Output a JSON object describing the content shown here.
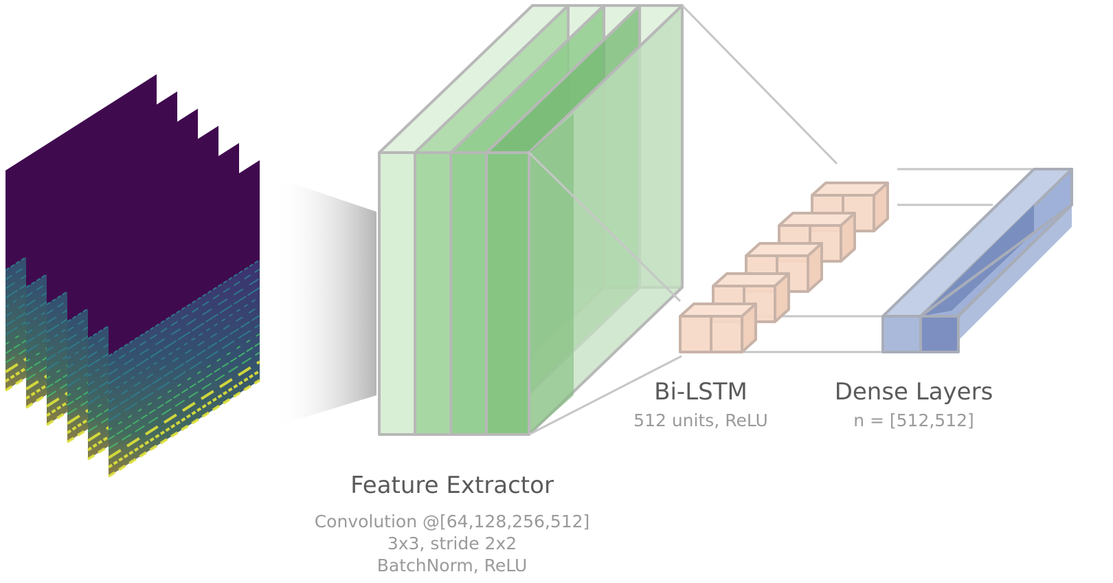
{
  "labels": {
    "feature_extractor": {
      "title": "Feature Extractor",
      "line1": "Convolution @[64,128,256,512]",
      "line2": "3x3, stride 2x2",
      "line3": "BatchNorm, ReLU"
    },
    "bilstm": {
      "title": "Bi-LSTM",
      "sub": "512 units, ReLU"
    },
    "dense": {
      "title": "Dense Layers",
      "sub": "n = [512,512]"
    }
  },
  "colors": {
    "spectrogram_bg": "#400a4f",
    "conv_green": "#7cc07a",
    "lstm_peach": "#f3c3a0",
    "dense_blue": "#8097c4",
    "outline_gray": "#b8b8b8",
    "label_dark": "#5a5a5a",
    "label_light": "#9a9a9a"
  }
}
